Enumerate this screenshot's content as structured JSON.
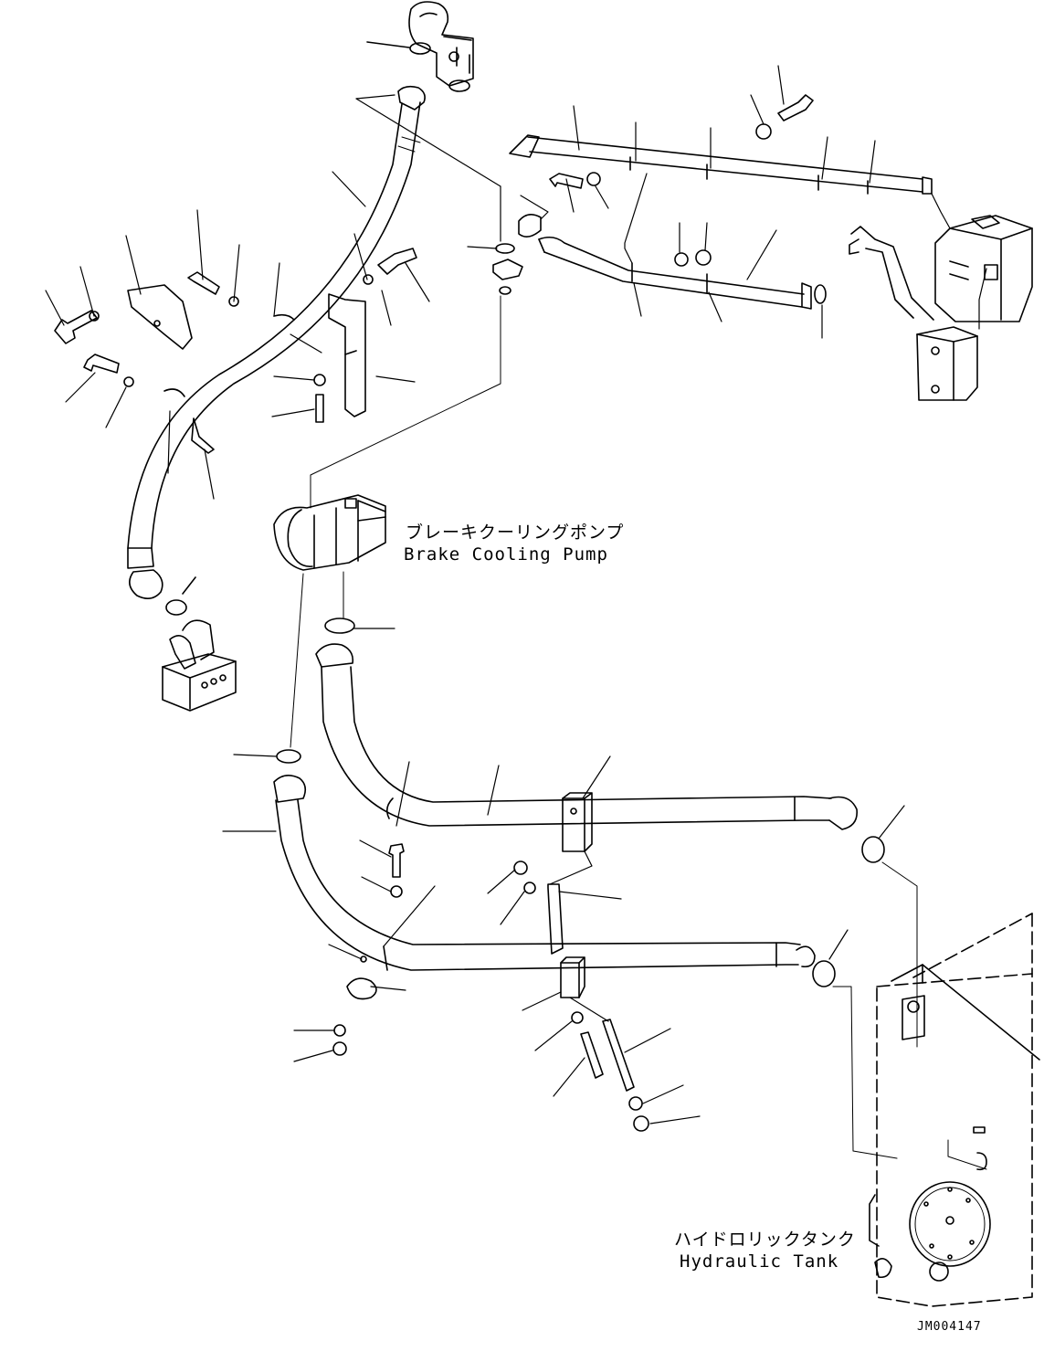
{
  "labels": {
    "brake_cooling_pump_jp": "ブレーキクーリングポンプ",
    "brake_cooling_pump_en": "Brake Cooling Pump",
    "hydraulic_tank_jp": "ハイドロリックタンク",
    "hydraulic_tank_en": "Hydraulic Tank",
    "drawing_code": "JM004147"
  }
}
